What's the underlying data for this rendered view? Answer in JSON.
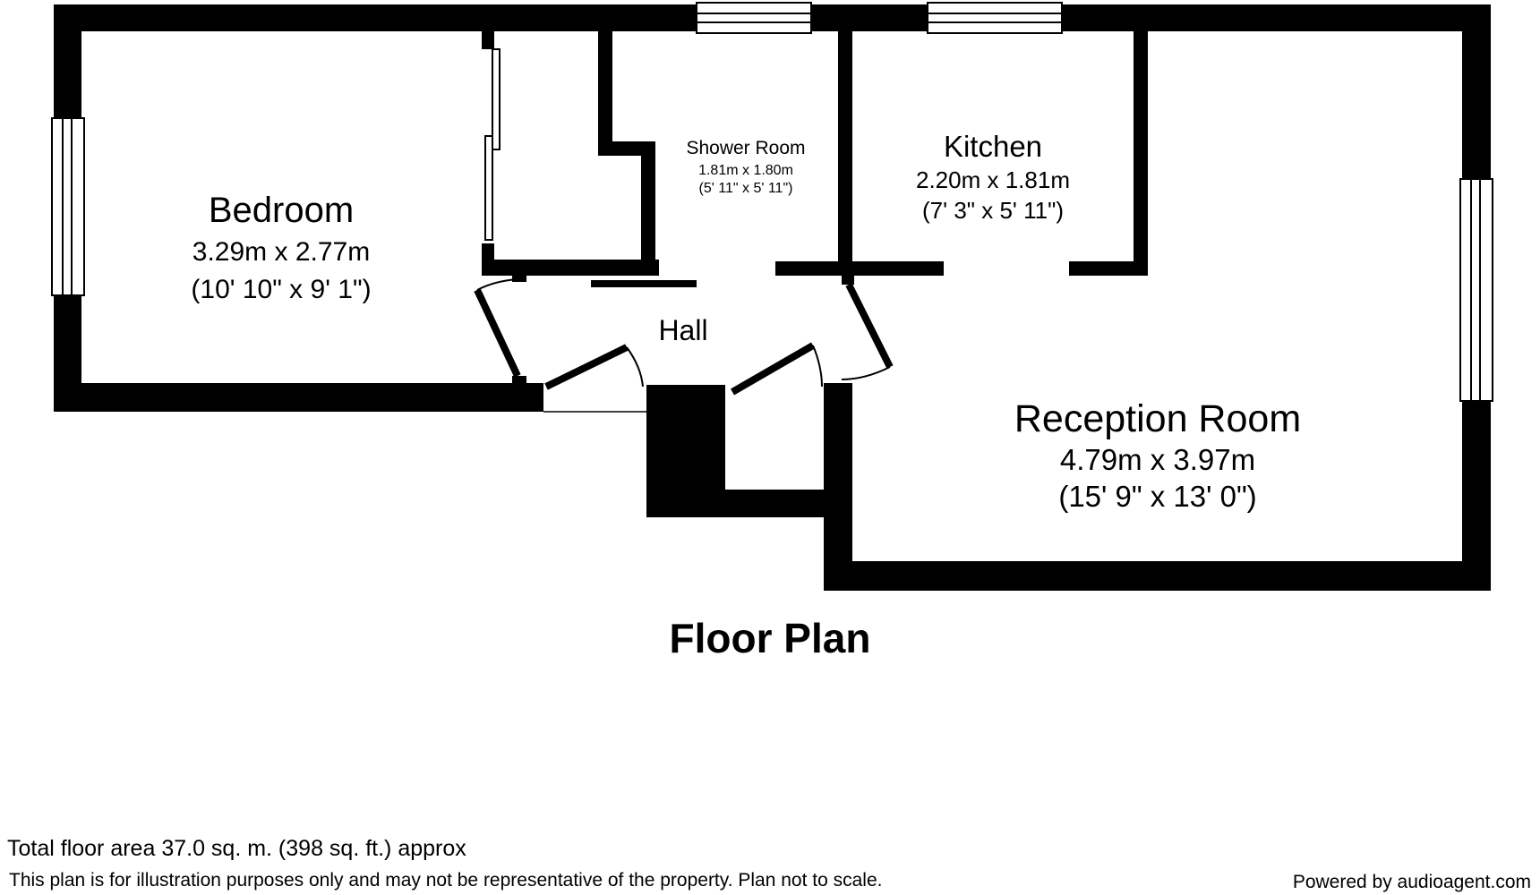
{
  "plan": {
    "title": "Floor Plan",
    "rooms": [
      {
        "id": "bedroom",
        "name": "Bedroom",
        "metric": "3.29m x 2.77m",
        "imperial": "(10' 10\" x 9' 1\")"
      },
      {
        "id": "shower-room",
        "name": "Shower Room",
        "metric": "1.81m x 1.80m",
        "imperial": "(5' 11\" x 5' 11\")"
      },
      {
        "id": "kitchen",
        "name": "Kitchen",
        "metric": "2.20m x 1.81m",
        "imperial": "(7' 3\" x 5' 11\")"
      },
      {
        "id": "hall",
        "name": "Hall"
      },
      {
        "id": "reception-room",
        "name": "Reception Room",
        "metric": "4.79m x 3.97m",
        "imperial": "(15' 9\" x 13' 0\")"
      }
    ]
  },
  "footer": {
    "area": "Total floor area 37.0 sq. m. (398 sq. ft.) approx",
    "disclaimer": "This plan is for illustration purposes only and may not be representative of the property. Plan not to scale.",
    "powered_by": "Powered by audioagent.com"
  },
  "colors": {
    "wall": "#000000",
    "background": "#ffffff",
    "window_frame": "#000000"
  }
}
